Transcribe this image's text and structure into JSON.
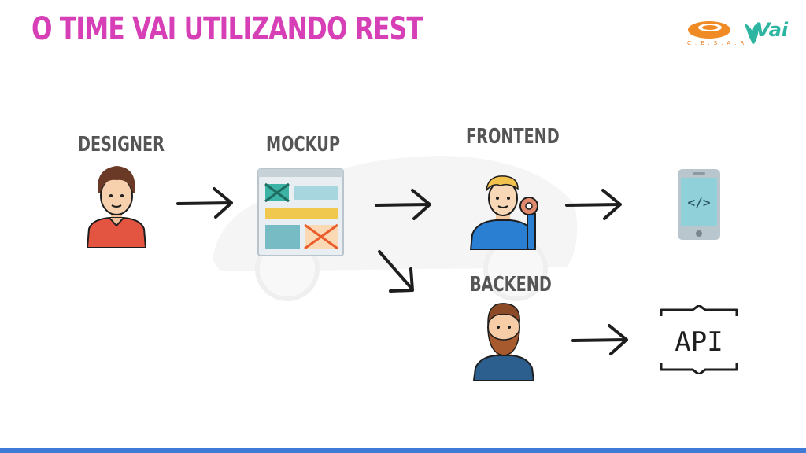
{
  "title": "O TIME VAI UTILIZANDO REST",
  "logos": {
    "cesar_text": "C.E.S.A.R",
    "vai_text": "Vai"
  },
  "labels": {
    "designer": "DESIGNER",
    "mockup": "MOCKUP",
    "frontend": "FRONTEND",
    "backend": "BACKEND"
  },
  "api_text": "API",
  "code_text": "</>",
  "colors": {
    "title": "#d63fb5",
    "label": "#555555",
    "accent_bar": "#3d7bd6"
  }
}
